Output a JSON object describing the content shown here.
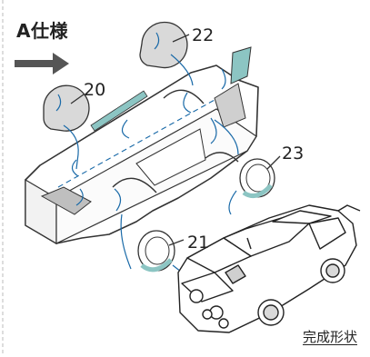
{
  "spec": {
    "title": "A仕様"
  },
  "parts": [
    {
      "id": "20",
      "label": "20",
      "kind": "disc"
    },
    {
      "id": "21",
      "label": "21",
      "kind": "wheel"
    },
    {
      "id": "22",
      "label": "22",
      "kind": "disc"
    },
    {
      "id": "23",
      "label": "23",
      "kind": "wheel"
    }
  ],
  "caption": {
    "text": "完成形状"
  },
  "colors": {
    "part_fill": "#d9d9d9",
    "accent_teal": "#8cc5c3",
    "leader": "#1a6aa8",
    "arrow": "#555555"
  }
}
